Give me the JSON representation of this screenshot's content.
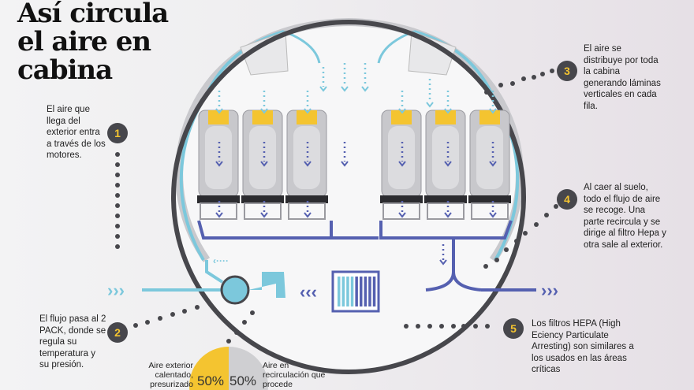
{
  "title": {
    "line1": "Así circula",
    "line2": "el aire en",
    "line3": "cabina"
  },
  "steps": [
    {
      "number": "1",
      "text": "El aire que llega del exterior entra a través de los motores."
    },
    {
      "number": "2",
      "text": "El flujo pasa al 2 PACK, donde se regula su temperatura y su presión."
    },
    {
      "number": "3",
      "text": "El aire se distribuye por toda la cabina generando láminas verticales en cada fila."
    },
    {
      "number": "4",
      "text": "Al caer al suelo, todo el flujo de aire se recoge. Una parte recircula y se dirige al filtro Hepa y otra sale al exterior."
    },
    {
      "number": "5",
      "text": "Los filtros HEPA (High Eciency Particulate Arresting) son similares a los usados en las áreas críticas"
    }
  ],
  "mix": {
    "left_label": "Aire exterior calentado, presurizado",
    "left_pct": "50%",
    "right_label": "Aire en recirculación que procede",
    "right_pct": "50%"
  },
  "colors": {
    "yellow": "#f4c430",
    "cyan": "#7cc8dc",
    "blue": "#5560b0",
    "dark": "#47474c",
    "seat": "#c8c8cc"
  }
}
